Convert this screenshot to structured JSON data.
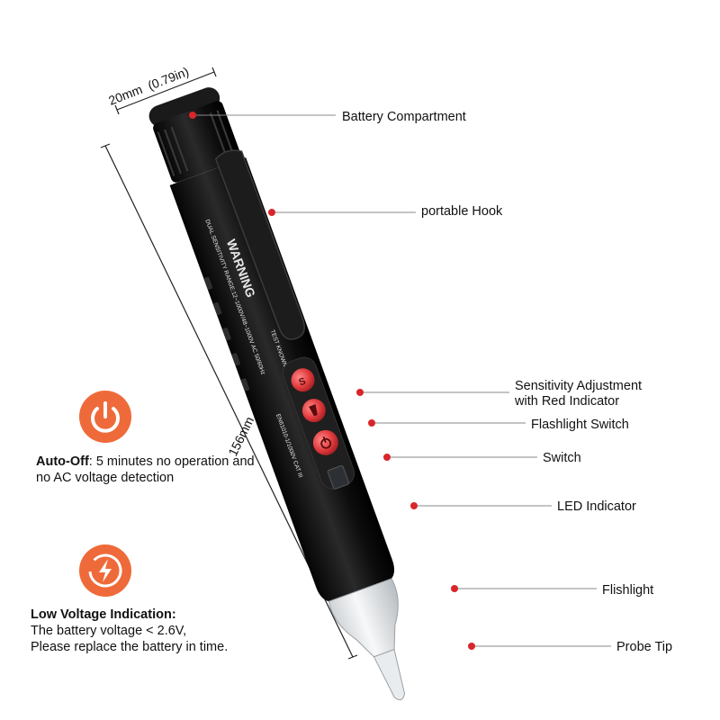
{
  "colors": {
    "accent": "#ef6a3a",
    "pen_body": "#111111",
    "button_red": "#d9383a",
    "indicator_dot": "#d9262b"
  },
  "dimensions": {
    "width_label": "20mm  (0.79in)",
    "length_label": "156mm  (6.14in)"
  },
  "callouts": {
    "battery": "Battery Compartment",
    "hook": "portable Hook",
    "sensitivity_line1": "Sensitivity Adjustment",
    "sensitivity_line2": "with Red Indicator",
    "flashlight_switch": "Flashlight Switch",
    "switch": "Switch",
    "led": "LED Indicator",
    "flashlight": "Flishlight",
    "probe": "Probe Tip"
  },
  "pen_print": {
    "warning": "WARNING",
    "line1": "DUAL SENSITIVITY RANGE:12~1000V/48~1000V AC 50/60Hz",
    "line2": "TEST KNOWN LIVE CIRCUIT BEFORE USE",
    "line3": "EN61010-1/1000V CAT III"
  },
  "features": {
    "auto_off": {
      "icon": "power-icon",
      "title": "Auto-Off",
      "text": ": 5 minutes no operation and no AC voltage detection"
    },
    "low_voltage": {
      "icon": "lightning-bolt-icon",
      "title": "Low Voltage Indication:",
      "line2": "The battery voltage < 2.6V,",
      "line3": "Please replace the battery in time."
    }
  }
}
